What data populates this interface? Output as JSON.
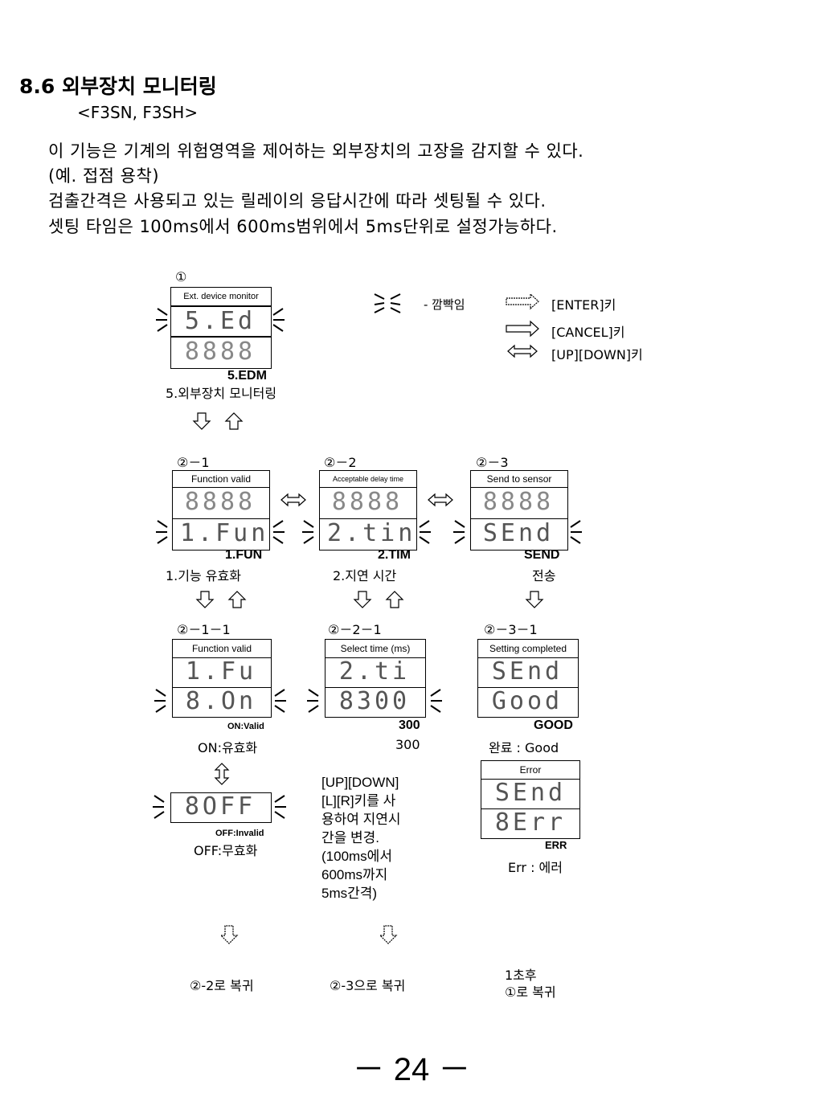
{
  "heading": "8.6 외부장치 모니터링",
  "models": "<F3SN, F3SH>",
  "paragraphs": [
    "이 기능은 기계의 위험영역을 제어하는 외부장치의 고장을 감지할 수 있다.",
    "(예. 접점 용착)",
    "검출간격은 사용되고 있는 릴레이의 응답시간에 따라 셋팅될 수 있다.",
    "셋팅 타임은 100ms에서  600ms범위에서 5ms단위로 설정가능하다."
  ],
  "legend": {
    "blink": "- 깜빡임",
    "enter": "[ENTER]키",
    "cancel": "[CANCEL]키",
    "updown": "[UP][DOWN]키"
  },
  "step1": {
    "mark": "①",
    "header": "Ext. device monitor",
    "code": "5.EDM",
    "label": "5.외부장치 모니터링"
  },
  "steps2": [
    {
      "mark": "②－1",
      "header": "Function valid",
      "code": "1.FUN",
      "label": "1.기능 유효화"
    },
    {
      "mark": "②－2",
      "header": "Acceptable delay time",
      "code": "2.TIM",
      "label": "2.지연 시간"
    },
    {
      "mark": "②－3",
      "header": "Send to sensor",
      "code": "SEND",
      "label": "전송"
    }
  ],
  "steps3": [
    {
      "mark": "②－1－1",
      "header": "Function valid",
      "code": "ON:Valid",
      "label": "ON:유효화"
    },
    {
      "mark": "②－2－1",
      "header": "Select time (ms)",
      "code": "300",
      "label": "300"
    },
    {
      "mark": "②－3－1",
      "header": "Setting completed",
      "code": "GOOD",
      "label": "완료 : Good"
    }
  ],
  "off_panel": {
    "code": "OFF:Invalid",
    "label": "OFF:무효화"
  },
  "error_panel": {
    "header": "Error",
    "code": "ERR",
    "label": "Err : 에러"
  },
  "note": "[UP][DOWN]\n[L][R]키를 사\n용하여 지연시\n간을 변경.\n(100ms에서\n600ms까지\n5ms간격)",
  "returns": [
    "②-2로 복귀",
    "②-3으로 복귀",
    "1초후\n①로 복귀"
  ],
  "page_number": "－ 24 －"
}
